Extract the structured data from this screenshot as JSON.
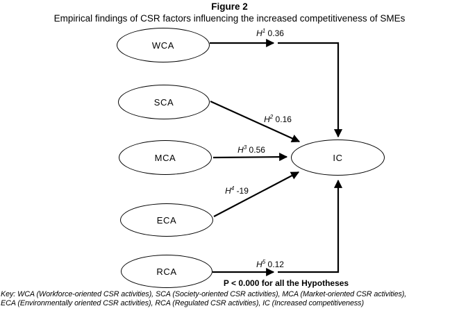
{
  "figure": {
    "title": "Figure 2",
    "subtitle": "Empirical findings of CSR factors influencing the increased competitiveness of SMEs"
  },
  "nodes": {
    "wca": "WCA",
    "sca": "SCA",
    "mca": "MCA",
    "eca": "ECA",
    "rca": "RCA",
    "ic": "IC"
  },
  "hypotheses": [
    {
      "symbol": "H",
      "sup": "1",
      "value": "0.36"
    },
    {
      "symbol": "H",
      "sup": "2",
      "value": "0.16"
    },
    {
      "symbol": "H",
      "sup": "3",
      "value": "0.56"
    },
    {
      "symbol": "H",
      "sup": "4",
      "value": "-19"
    },
    {
      "symbol": "H",
      "sup": "5",
      "value": "0.12"
    }
  ],
  "note": "P < 0.000 for all the Hypotheses",
  "key": {
    "line1": "Key: WCA (Workforce-oriented CSR activities), SCA (Society-oriented CSR activities), MCA (Market-oriented CSR activities),",
    "line2": "ECA (Environmentally oriented CSR activities), RCA (Regulated CSR activities), IC (Increased competitiveness)"
  },
  "colors": {
    "background": "#ffffff",
    "stroke": "#000000",
    "text": "#000000"
  }
}
